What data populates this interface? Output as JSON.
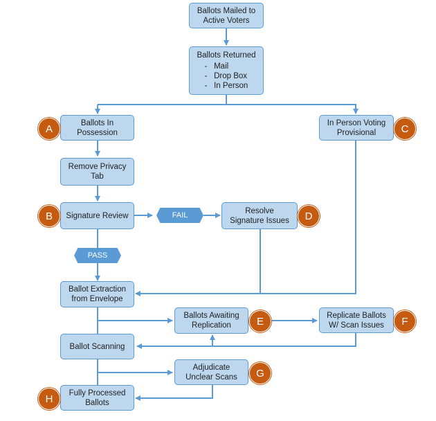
{
  "colors": {
    "box_fill": "#bdd7ee",
    "box_border": "#5b9bd5",
    "arrow": "#5b9bd5",
    "badge": "#c55a11",
    "tag": "#5b9bd5"
  },
  "nodes": {
    "mailed": "Ballots Mailed to\nActive Voters",
    "returned": {
      "title": "Ballots Returned",
      "items": [
        "Mail",
        "Drop Box",
        "In Person"
      ]
    },
    "possession": "Ballots In\nPossession",
    "inperson": "In Person Voting\nProvisional",
    "privacy": "Remove Privacy\nTab",
    "signature": "Signature Review",
    "resolve": "Resolve\nSignature Issues",
    "extraction": "Ballot Extraction\nfrom Envelope",
    "awaiting": "Ballots Awaiting\nReplication",
    "replicate": "Replicate Ballots\nW/ Scan Issues",
    "scanning": "Ballot Scanning",
    "adjudicate": "Adjudicate\nUnclear Scans",
    "processed": "Fully Processed\nBallots"
  },
  "tags": {
    "fail": "FAIL",
    "pass": "PASS"
  },
  "badges": {
    "a": "A",
    "b": "B",
    "c": "C",
    "d": "D",
    "e": "E",
    "f": "F",
    "g": "G",
    "h": "H"
  }
}
